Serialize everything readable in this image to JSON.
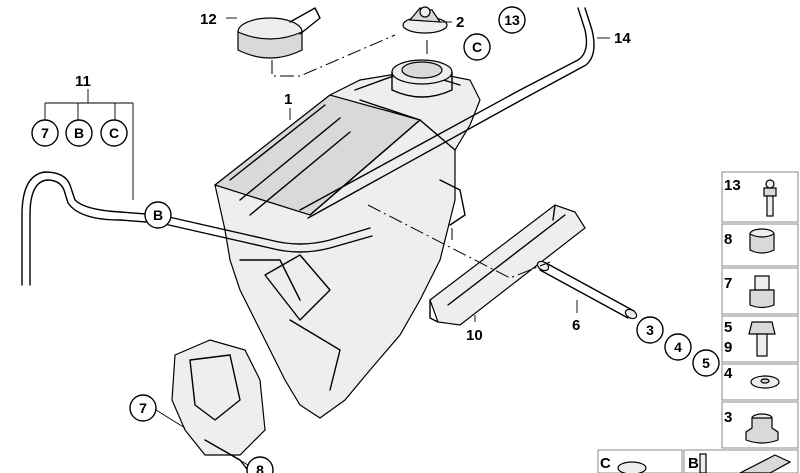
{
  "labels": {
    "l1": "1",
    "l2": "2",
    "l6": "6",
    "l10": "10",
    "l11": "11",
    "l12": "12",
    "l14": "14"
  },
  "circled": {
    "c13_top": "13",
    "c_c_top": "C",
    "c7_group": "7",
    "cb_group": "B",
    "cc_group": "C",
    "cb_line": "B",
    "c3": "3",
    "c4": "4",
    "c5": "5",
    "c7_bottom": "7",
    "c8_bottom": "8"
  },
  "legend": {
    "rows": [
      {
        "num": "13"
      },
      {
        "num": "8"
      },
      {
        "num": "7"
      },
      {
        "num": "5",
        "num2": "9"
      },
      {
        "num": "4"
      },
      {
        "num": "3"
      }
    ],
    "bottom": [
      {
        "letter": "C"
      },
      {
        "letter": "B"
      }
    ]
  }
}
